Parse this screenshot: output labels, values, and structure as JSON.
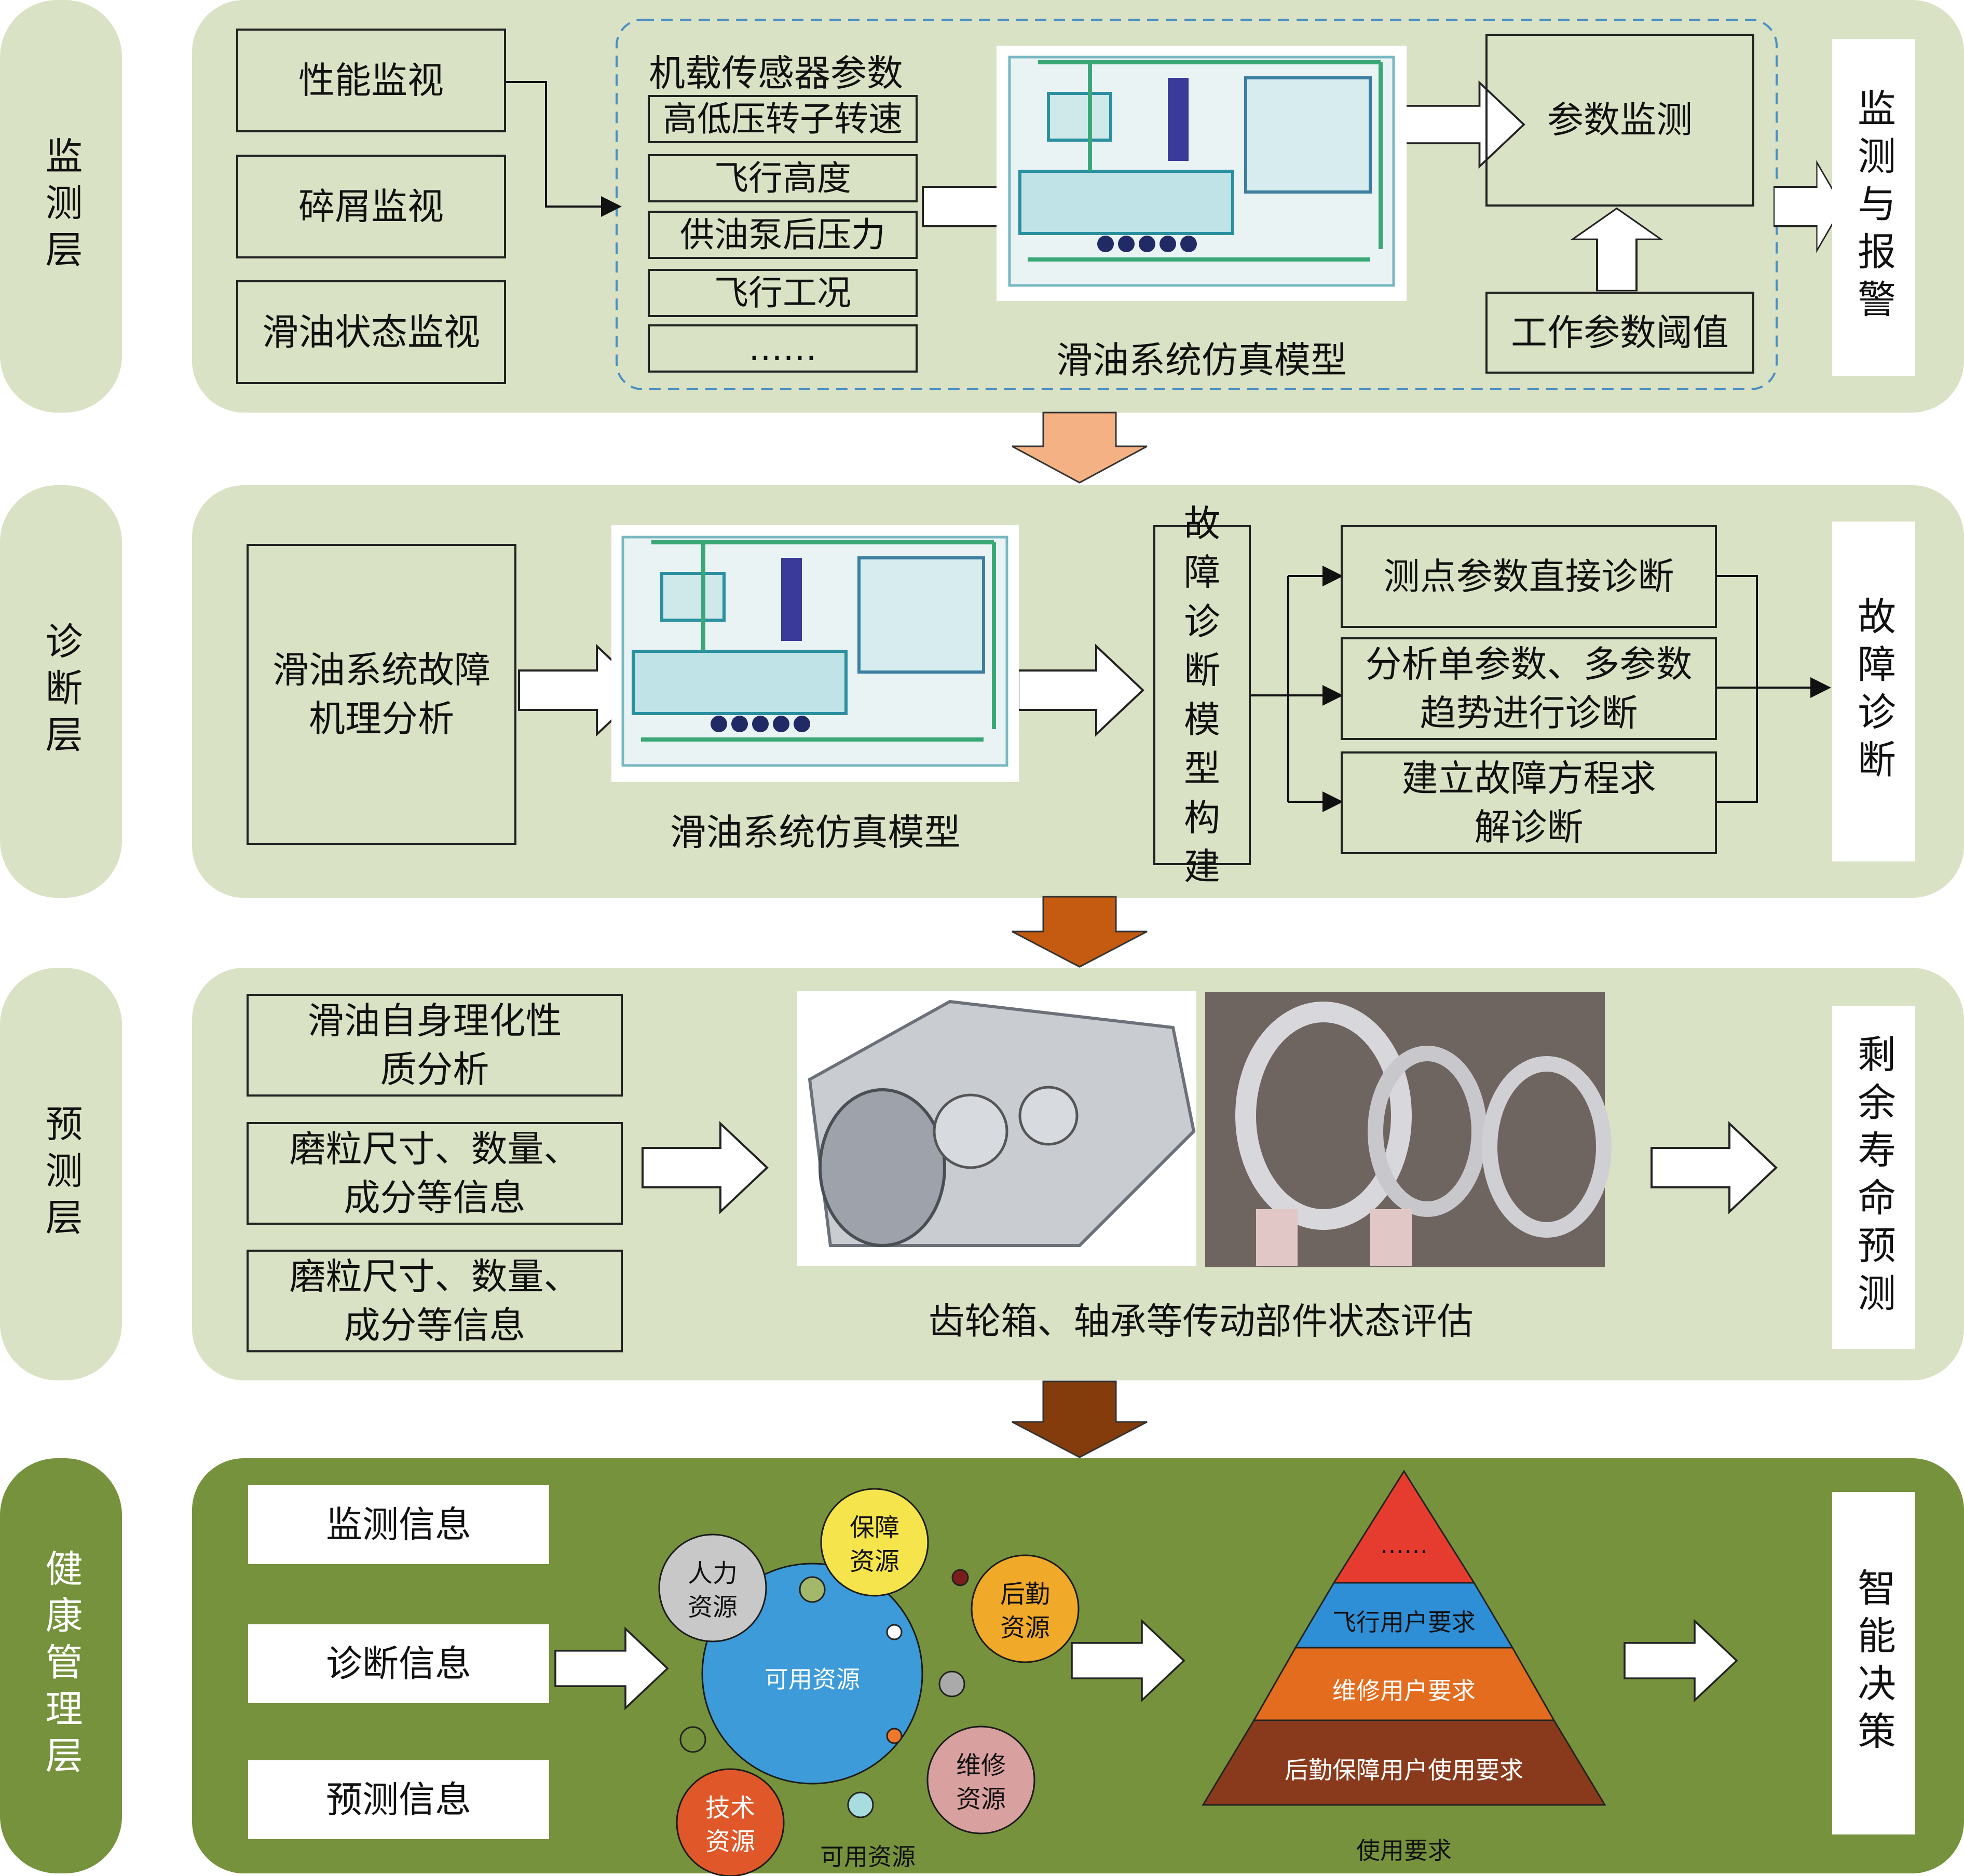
{
  "layers": [
    {
      "label": "监测层",
      "output": "监测与报警"
    },
    {
      "label": "诊断层",
      "output": "故障诊断"
    },
    {
      "label": "预测层",
      "output": "剩余寿命预测"
    },
    {
      "label": "健康管理层",
      "output": "智能决策"
    }
  ],
  "monitor": {
    "inputs": [
      "性能监视",
      "碎屑监视",
      "滑油状态监视"
    ],
    "sensor_title": "机载传感器参数",
    "sensors": [
      "高低压转子转速",
      "飞行高度",
      "供油泵后压力",
      "飞行工况",
      "……"
    ],
    "model_caption": "滑油系统仿真模型",
    "param_monitor": "参数监测",
    "threshold": "工作参数阈值"
  },
  "diagnose": {
    "analysis": "滑油系统故障机理分析",
    "model_caption": "滑油系统仿真模型",
    "model_build": "故障诊断模型构建",
    "methods": [
      "测点参数直接诊断",
      "分析单参数、多参数趋势进行诊断",
      "建立故障方程求解诊断"
    ]
  },
  "predict": {
    "inputs": [
      "滑油自身理化性质分析",
      "磨粒尺寸、数量、成分等信息",
      "磨粒尺寸、数量、成分等信息"
    ],
    "caption": "齿轮箱、轴承等传动部件状态评估"
  },
  "health": {
    "inputs": [
      "监测信息",
      "诊断信息",
      "预测信息"
    ],
    "center": "可用资源",
    "resources": [
      "人力资源",
      "保障资源",
      "后勤资源",
      "维修资源",
      "技术资源"
    ],
    "resources_caption": "可用资源",
    "pyramid": [
      "……",
      "飞行用户要求",
      "维修用户要求",
      "后勤保障用户使用要求"
    ],
    "pyramid_caption": "使用要求"
  },
  "colors": {
    "panel_light": "#d9e2c5",
    "panel_dark": "#76923c",
    "arrow1": "#f4b183",
    "arrow2": "#c55a11",
    "arrow3": "#843c0c",
    "pyramid_top": "#e63c2f",
    "pyramid_2": "#2e8fd6",
    "pyramid_3": "#e36c1f",
    "pyramid_4": "#8a3a1c"
  }
}
